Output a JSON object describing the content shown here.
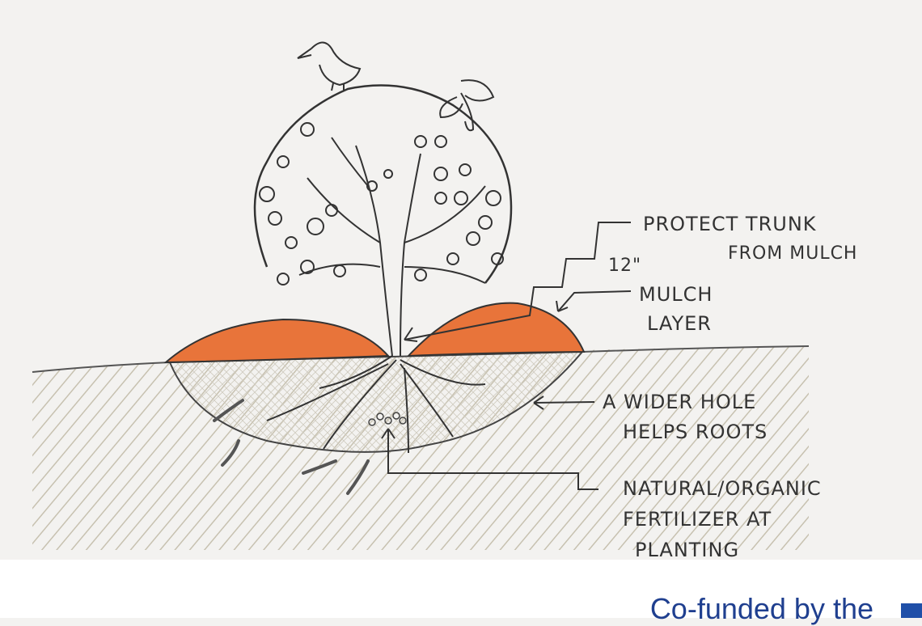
{
  "labels": {
    "protect_trunk": [
      "PROTECT TRUNK",
      "FROM MULCH"
    ],
    "trunk_distance": "12\"",
    "mulch_layer": [
      "MULCH",
      "LAYER"
    ],
    "wider_hole": [
      "A WIDER HOLE",
      "HELPS ROOTS"
    ],
    "fertilizer": [
      "NATURAL/ORGANIC",
      "FERTILIZER AT",
      "PLANTING"
    ]
  },
  "footer": {
    "text": "Co-funded by the"
  },
  "colors": {
    "mulch": "#e8743a",
    "ink": "#333333",
    "soil_hatch": "#b8b19a",
    "footer_text": "#1f3f8f"
  }
}
